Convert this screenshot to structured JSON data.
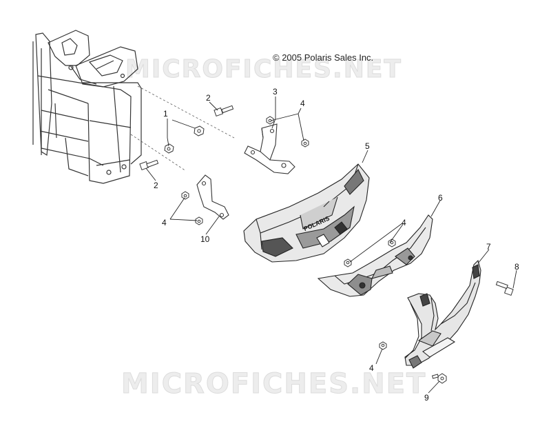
{
  "diagram": {
    "copyright": "© 2005 Polaris Sales Inc.",
    "watermark_top": "MICROFICHES.NET",
    "watermark_bottom": "MICROFICHES.NET",
    "brand_text": "POLARIS",
    "callouts": {
      "c1": "1",
      "c2a": "2",
      "c2b": "2",
      "c3": "3",
      "c4a": "4",
      "c4b": "4",
      "c4c": "4",
      "c4d": "4",
      "c5": "5",
      "c6": "6",
      "c7": "7",
      "c8": "8",
      "c9": "9",
      "c10": "10"
    }
  }
}
